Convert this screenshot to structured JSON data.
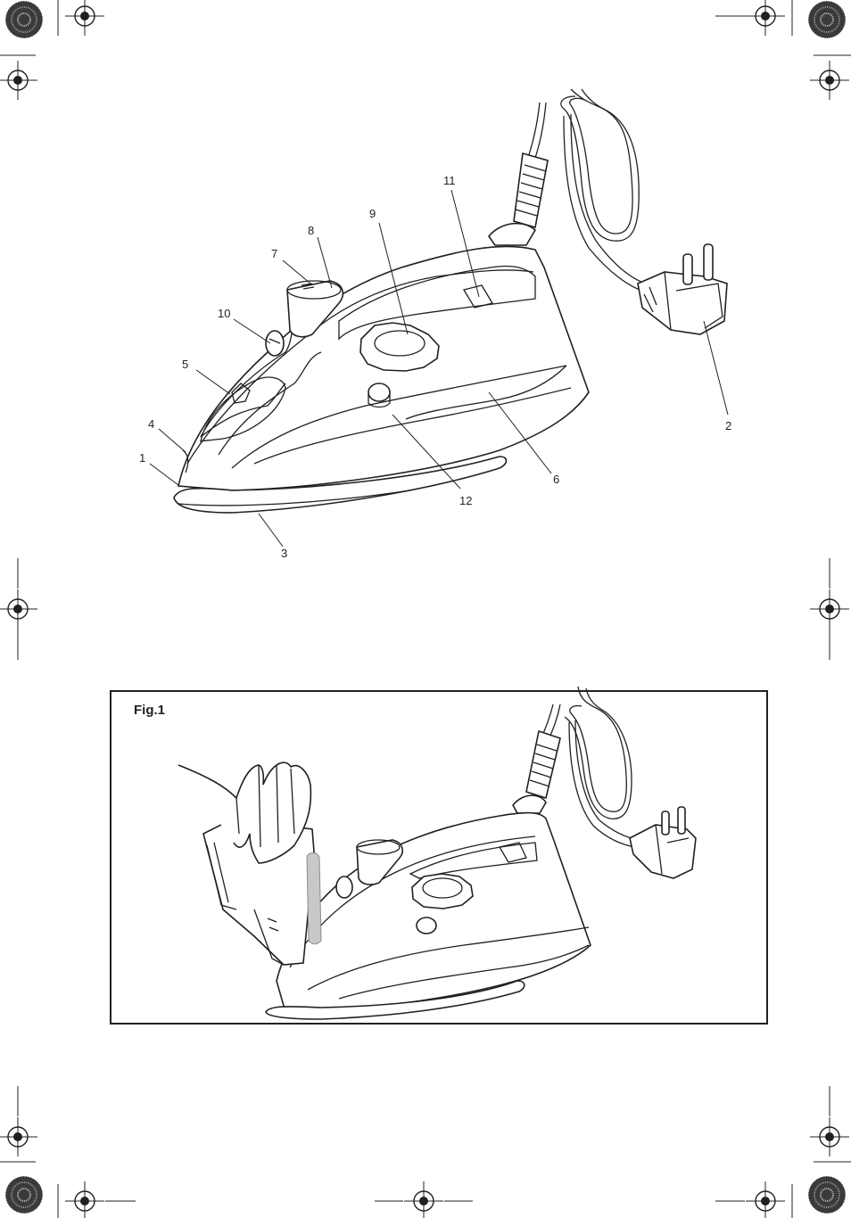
{
  "diagram": {
    "part_labels": [
      "1",
      "2",
      "3",
      "4",
      "5",
      "6",
      "7",
      "8",
      "9",
      "10",
      "11",
      "12"
    ]
  },
  "figure": {
    "label": "Fig.1"
  }
}
